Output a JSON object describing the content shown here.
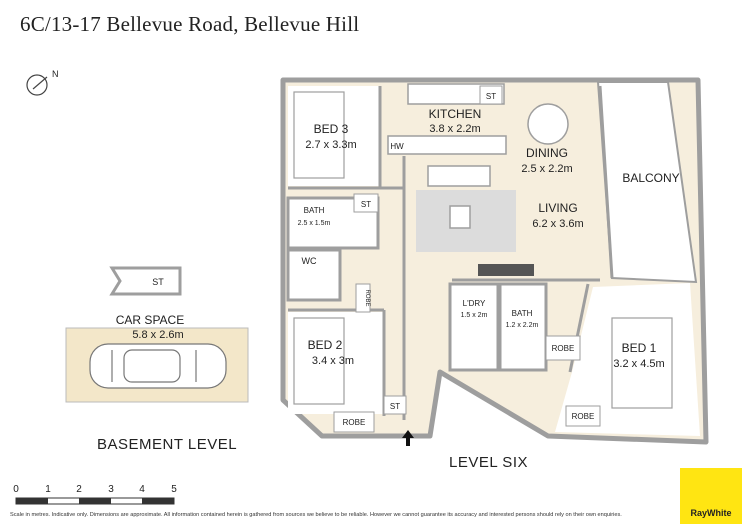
{
  "title": "6C/13-17 Bellevue Road, Bellevue Hill",
  "rooms": {
    "bed3": {
      "name": "BED 3",
      "size": "2.7 x 3.3m"
    },
    "kitchen": {
      "name": "KITCHEN",
      "size": "3.8 x 2.2m"
    },
    "dining": {
      "name": "DINING",
      "size": "2.5 x 2.2m"
    },
    "living": {
      "name": "LIVING",
      "size": "6.2 x 3.6m"
    },
    "balcony": {
      "name": "BALCONY"
    },
    "bath1": {
      "name": "BATH",
      "size": "2.5 x 1.5m"
    },
    "wc": {
      "name": "WC"
    },
    "bed2": {
      "name": "BED 2",
      "size": "3.4 x 3m"
    },
    "ldry": {
      "name": "L'DRY",
      "size": "1.5 x 2m"
    },
    "bath2": {
      "name": "BATH",
      "size": "1.2 x 2.2m"
    },
    "bed1": {
      "name": "BED 1",
      "size": "3.2 x 4.5m"
    }
  },
  "fixtures": {
    "st": "ST",
    "hw": "HW",
    "robe": "ROBE"
  },
  "car_space": {
    "name": "CAR SPACE",
    "size": "5.8 x 2.6m",
    "storage": "ST"
  },
  "levels": {
    "basement": "BASEMENT LEVEL",
    "six": "LEVEL SIX"
  },
  "scale": {
    "labels": [
      "0",
      "1",
      "2",
      "3",
      "4",
      "5"
    ]
  },
  "disclaimer": "Scale in metres. Indicative only. Dimensions are approximate. All information contained herein is gathered from sources we believe to be reliable. However we cannot guarantee its accuracy and interested persons should rely on their own enquiries.",
  "compass": {
    "letter": "N"
  },
  "logo": {
    "text": "RayWhite",
    "color": "#ffe512"
  },
  "colors": {
    "wall": "#9e9e9e",
    "floor": "#f6eedd",
    "carpet": "#ffffff",
    "rug": "#dcdcdc",
    "car_space": "#f3e7c9"
  }
}
